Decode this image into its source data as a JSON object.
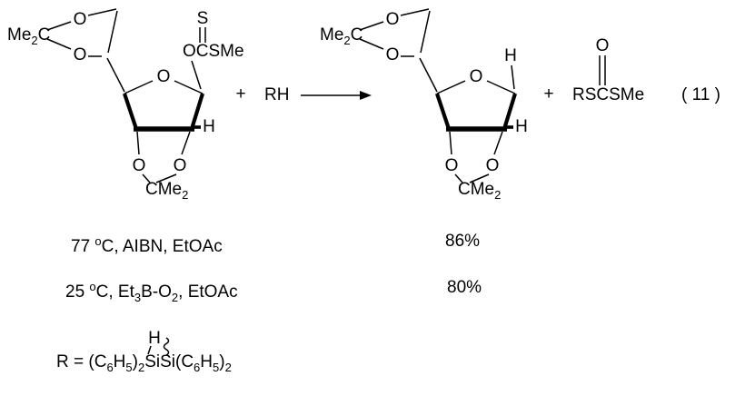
{
  "canvas": {
    "background": "#ffffff",
    "ink": "#000000"
  },
  "scheme": {
    "plus_left": "+",
    "reagent": "RH",
    "plus_right": "+",
    "equation_number": "( 11 )"
  },
  "substrate": {
    "top_acetonide": {
      "me": "Me",
      "sub": "2",
      "c": "C"
    },
    "top_o1": "O",
    "top_o2": "O",
    "ring_o": "O",
    "thiocarbonyl_s": "S",
    "xanthate": "OCSMe",
    "ring_h": "H",
    "bottom_o1": "O",
    "bottom_o2": "O",
    "bottom_acetonide": {
      "c": "C",
      "me": "Me",
      "sub": "2"
    }
  },
  "product": {
    "top_acetonide": {
      "me": "Me",
      "sub": "2",
      "c": "C"
    },
    "top_o1": "O",
    "top_o2": "O",
    "ring_o": "O",
    "anomeric_h": "H",
    "ring_h": "H",
    "bottom_o1": "O",
    "bottom_o2": "O",
    "bottom_acetonide": {
      "c": "C",
      "me": "Me",
      "sub": "2"
    }
  },
  "byproduct": {
    "carbonyl_o": "O",
    "formula": "RSCSMe"
  },
  "conditions": {
    "row1": {
      "t1": "77 ",
      "sup": "o",
      "t2": "C, AIBN, EtOAc",
      "yield": "86%"
    },
    "row2": {
      "t1": "25 ",
      "sup": "o",
      "t2": "C, Et",
      "sub1": "3",
      "t3": "B-O",
      "sub2": "2",
      "t4": ", EtOAc",
      "yield": "80%"
    }
  },
  "r_group": {
    "t1": "R = (C",
    "s1": "6",
    "t2": "H",
    "s2": "5",
    "t3": ")",
    "s3": "2",
    "t4": "SiSi(C",
    "s4": "6",
    "t5": "H",
    "s5": "5",
    "t6": ")",
    "s6": "2",
    "h": "H"
  }
}
